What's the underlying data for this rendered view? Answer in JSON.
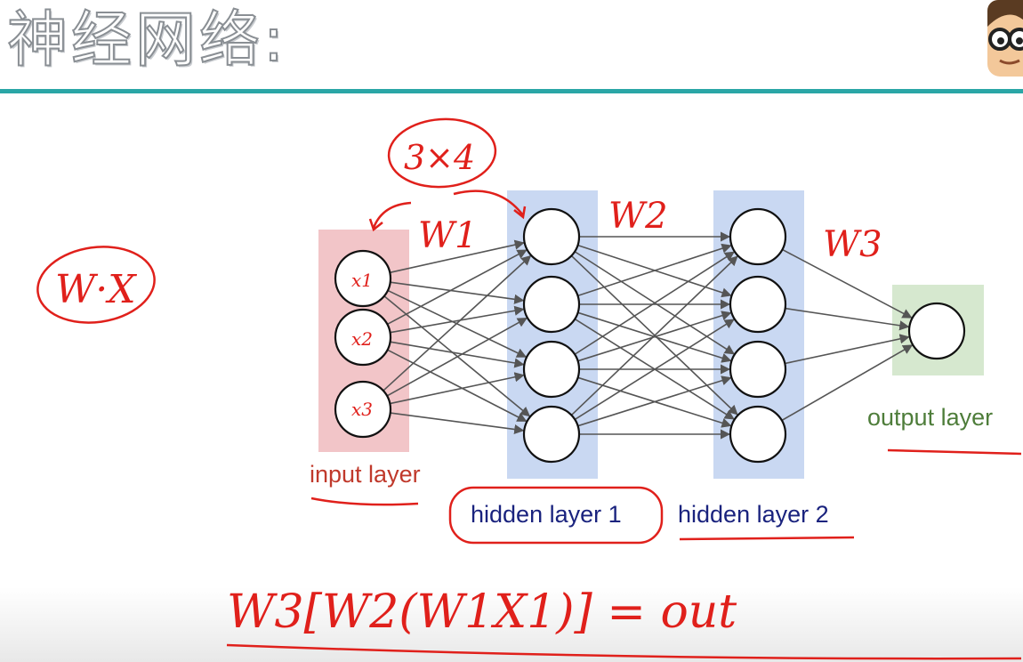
{
  "slide": {
    "title": "神经网络:"
  },
  "network": {
    "input_label": "input layer",
    "hidden1_label": "hidden layer 1",
    "hidden2_label": "hidden layer 2",
    "output_label": "output layer",
    "inputs": [
      "x1",
      "x2",
      "x3"
    ],
    "hidden1_count": 4,
    "hidden2_count": 4,
    "output_count": 1,
    "colors": {
      "input_band": "#f2c5c8",
      "hidden_band": "#c9d8f2",
      "output_band": "#d6e8cf",
      "input_label": "#c0392b",
      "hidden_label": "#1a237e",
      "output_label": "#4e7d3a",
      "edge": "#555555"
    }
  },
  "annotations": {
    "dims": "3×4",
    "w1": "W1",
    "w2": "W2",
    "w3": "W3",
    "wx": "W·X",
    "formula": "W3[W2(W1X1)] = out",
    "ink_color": "#e0201b"
  }
}
